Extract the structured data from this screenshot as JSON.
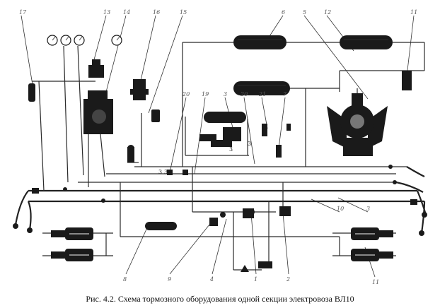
{
  "caption": "Рис. 4.2. Схема тормозного оборудования одной секции электровоза ВЛ10",
  "callouts_top": [
    "17",
    "13",
    "14",
    "16",
    "15",
    "6",
    "5",
    "12",
    "11"
  ],
  "callouts_mid": [
    "20",
    "19",
    "3",
    "20",
    "21",
    "7"
  ],
  "callouts_bottom": [
    "8",
    "9",
    "4",
    "1",
    "2",
    "10",
    "3",
    "11"
  ],
  "inline_labels": [
    "3",
    "3",
    "3",
    "3"
  ]
}
